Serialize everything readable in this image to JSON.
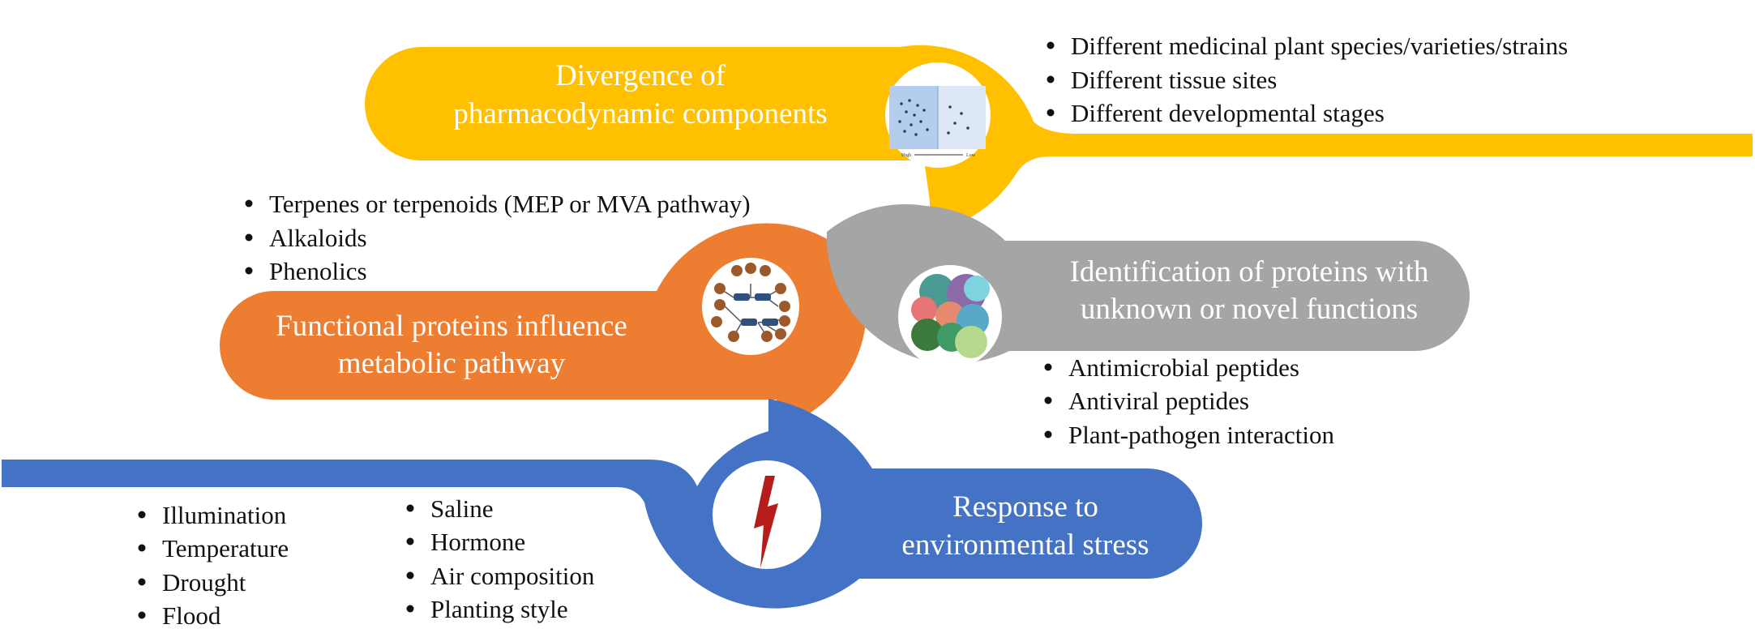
{
  "colors": {
    "yellow": "#FFC000",
    "orange": "#ED7D31",
    "gray": "#A5A5A5",
    "blue": "#4472C4",
    "bolt": "#B71C1C"
  },
  "sections": {
    "divergence": {
      "title_line1": "Divergence of",
      "title_line2": "pharmacodynamic components",
      "icon": "chromatography-plate-icon",
      "icon_high": "High",
      "icon_low": "Low",
      "bullets": [
        "Different medicinal plant species/varieties/strains",
        "Different tissue sites",
        "Different developmental stages"
      ]
    },
    "metabolic": {
      "title_line1": "Functional proteins influence",
      "title_line2": "metabolic pathway",
      "icon": "metabolic-network-icon",
      "bullets": [
        "Terpenes or terpenoids (MEP or MVA pathway)",
        "Alkaloids",
        "Phenolics"
      ]
    },
    "proteins": {
      "title_line1": "Identification of proteins with",
      "title_line2": "unknown or novel functions",
      "icon": "protein-structure-icon",
      "bullets": [
        "Antimicrobial peptides",
        "Antiviral peptides",
        "Plant-pathogen interaction"
      ]
    },
    "stress": {
      "title_line1": "Response to",
      "title_line2": "environmental stress",
      "icon": "lightning-bolt-icon",
      "bullets_col1": [
        "Illumination",
        "Temperature",
        "Drought",
        "Flood"
      ],
      "bullets_col2": [
        "Saline",
        "Hormone",
        "Air composition",
        "Planting style"
      ]
    }
  }
}
